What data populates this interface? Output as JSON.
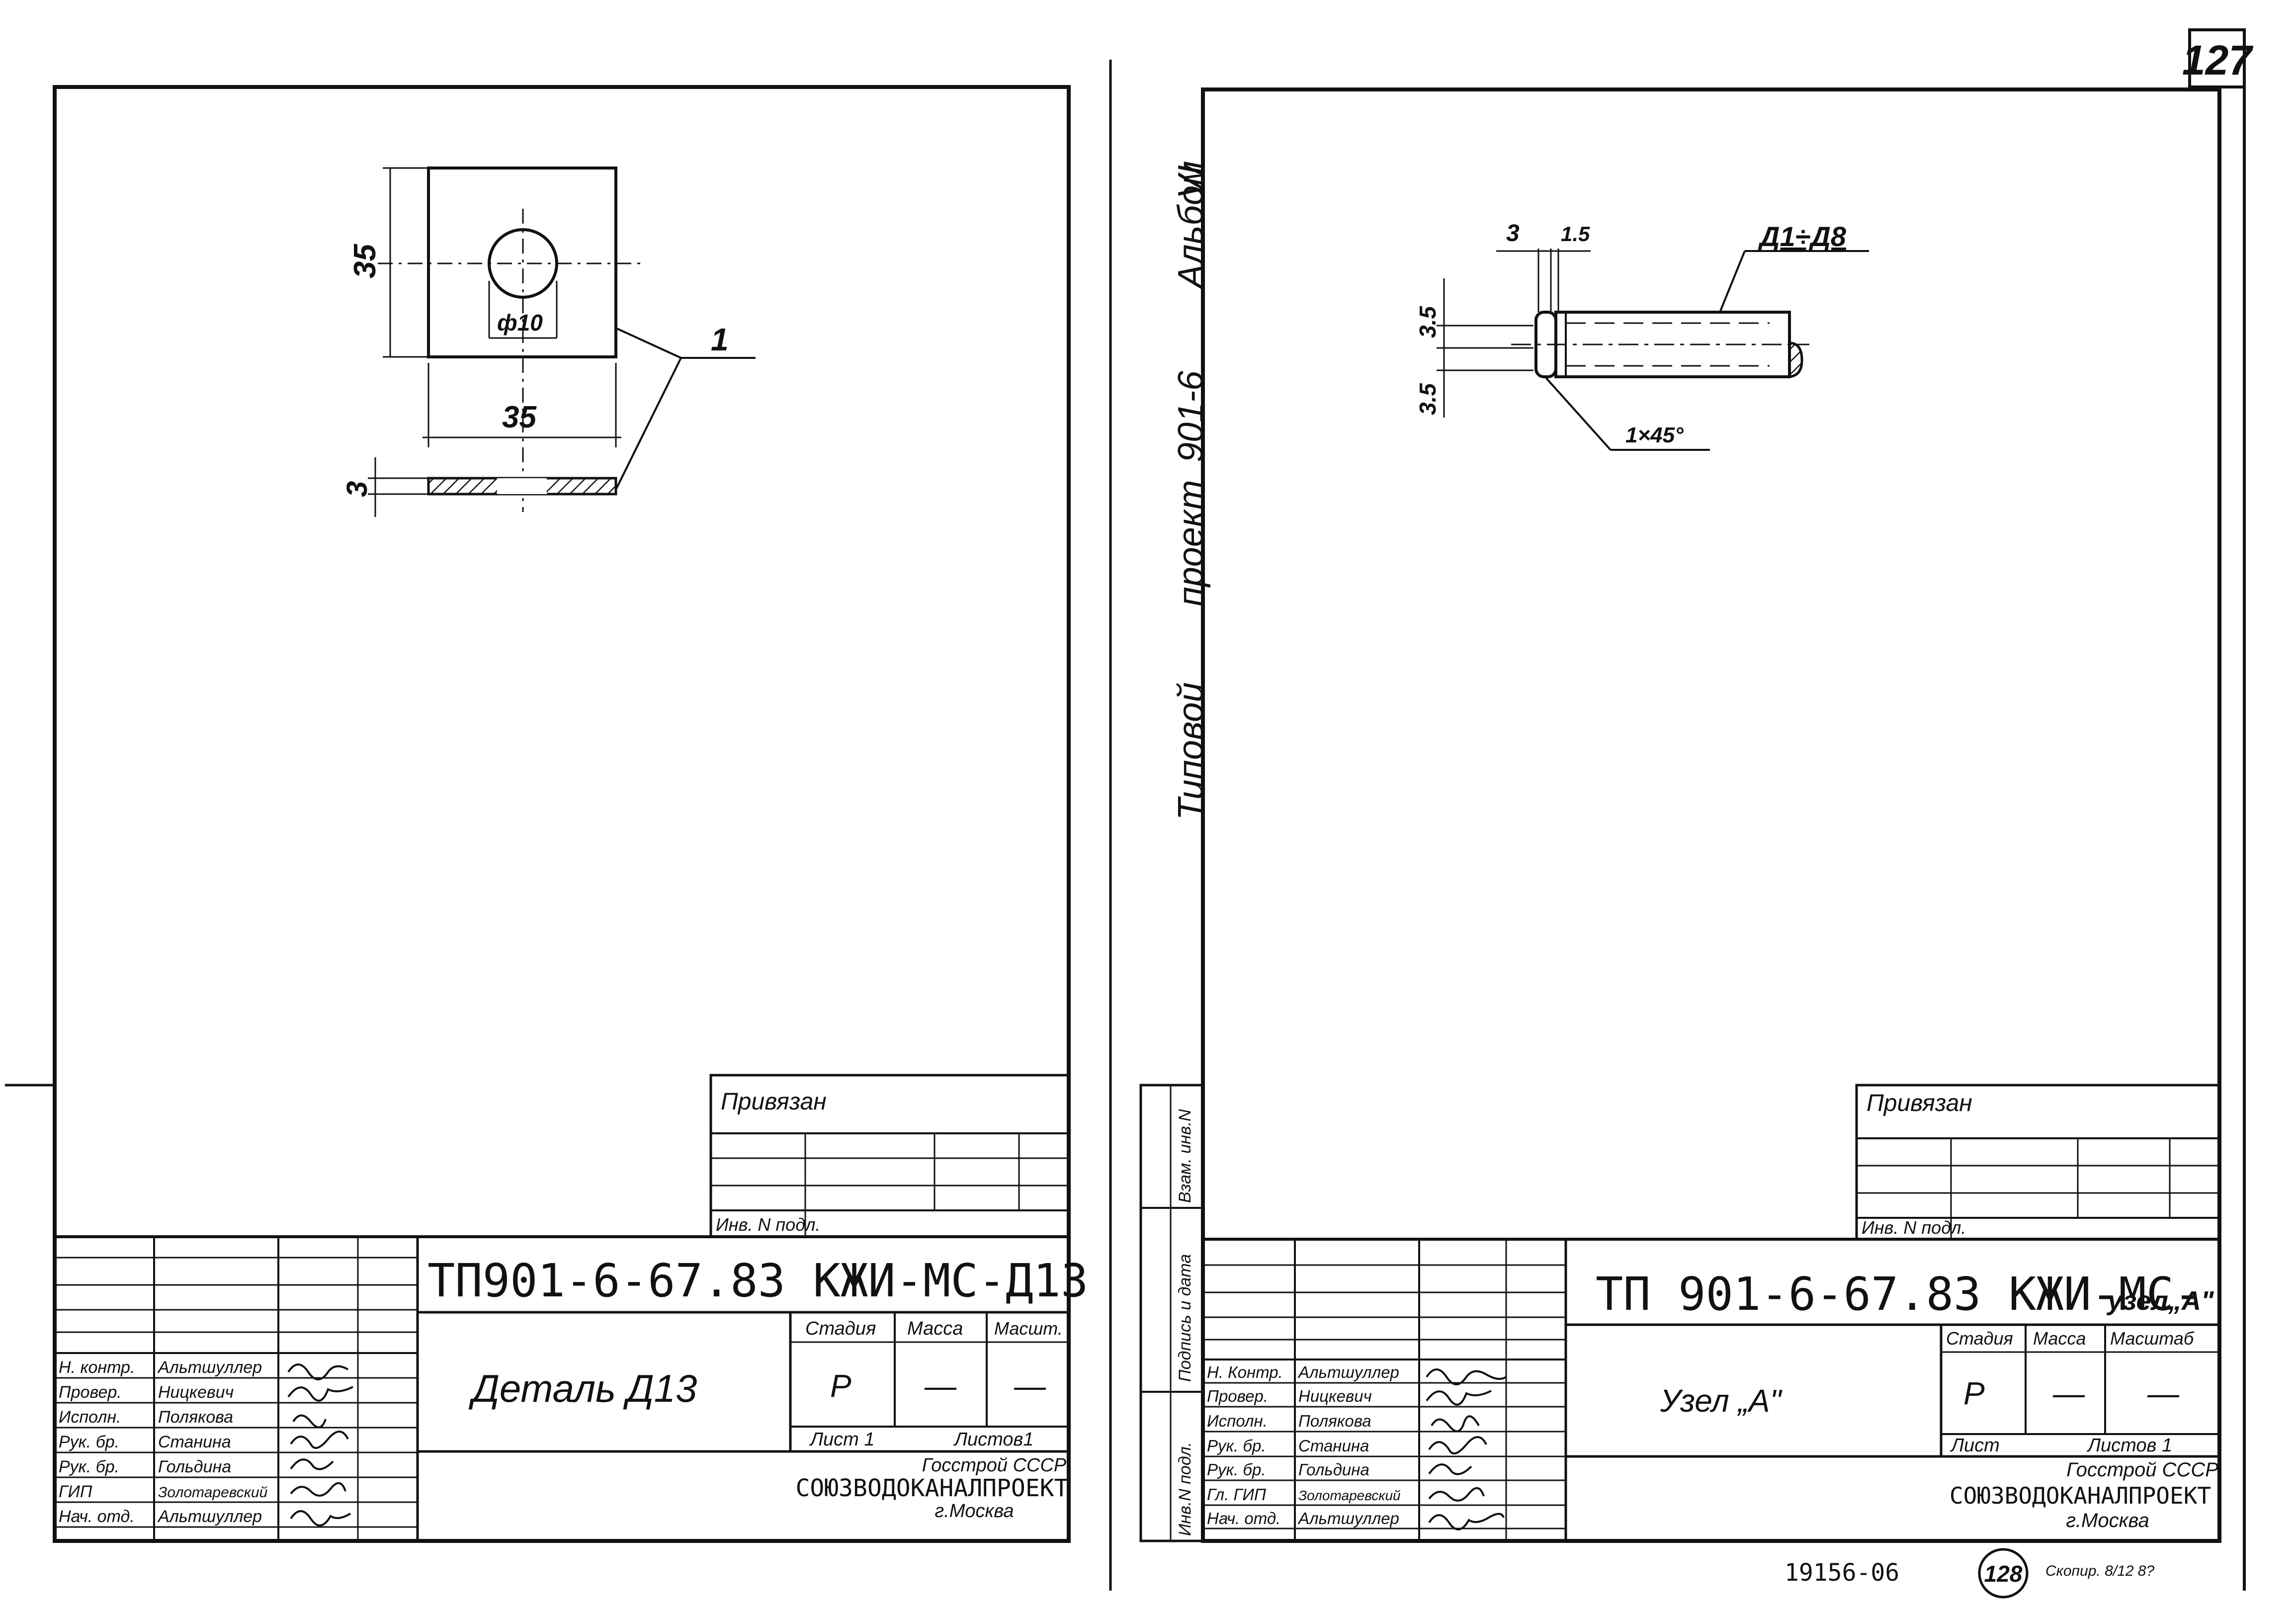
{
  "sheet_number": "127",
  "side_title": {
    "line1": "Типовой",
    "line2": "проект",
    "line3": "901-6",
    "line4": "Альбом",
    "line5": "VI"
  },
  "side_stamp_labels": [
    "Взам. инв.N",
    "Подпись и дата",
    "Инв.N подл."
  ],
  "left_sheet": {
    "detail": {
      "dim_height": "35",
      "dim_hole": "ф10",
      "dim_width": "35",
      "dim_thickness": "3",
      "callout": "1"
    },
    "privyazan": "Привязан",
    "inv_podl": "Инв. N подл.",
    "doc_code": "ТП901-6-67.83 КЖИ-МС-Д13",
    "item_name": "Деталь Д13",
    "stage_header": "Стадия",
    "mass_header": "Масса",
    "scale_header": "Масшт.",
    "stage_value": "Р",
    "mass_value": "—",
    "scale_value": "—",
    "sheet_label": "Лист 1",
    "sheets_label": "Листов1",
    "org_line1": "Госстрой СССР",
    "org_line2": "СОЮЗВОДОКАНАЛПРОЕКТ",
    "org_line3": "г.Москва",
    "signatures": [
      {
        "role": "Н. контр.",
        "name": "Альтшуллер"
      },
      {
        "role": "Провер.",
        "name": "Ницкевич"
      },
      {
        "role": "Исполн.",
        "name": "Полякова"
      },
      {
        "role": "Рук. бр.",
        "name": "Станина"
      },
      {
        "role": "Рук. бр.",
        "name": "Гольдина"
      },
      {
        "role": "ГИП",
        "name": "Золотаревский"
      },
      {
        "role": "Нач. отд.",
        "name": "Альтшуллер"
      }
    ]
  },
  "right_sheet": {
    "detail": {
      "dim_3": "3",
      "dim_15": "1.5",
      "label_range": "Д1÷Д8",
      "dim_35a": "3.5",
      "dim_35b": "3.5",
      "chamfer": "1×45°"
    },
    "privyazan": "Привязан",
    "inv_podl": "Инв. N подл.",
    "doc_code": "ТП 901-6-67.83 КЖИ-МС-",
    "doc_code_suffix": "узел„А\"",
    "item_name": "Узел „А\"",
    "stage_header": "Стадия",
    "mass_header": "Масса",
    "scale_header": "Масштаб",
    "stage_value": "Р",
    "mass_value": "—",
    "scale_value": "—",
    "sheet_label": "Лист",
    "sheets_label": "Листов 1",
    "org_line1": "Госстрой СССР",
    "org_line2": "СОЮЗВОДОКАНАЛПРОЕКТ",
    "org_line3": "г.Москва",
    "signatures": [
      {
        "role": "Н. Контр.",
        "name": "Альтшуллер"
      },
      {
        "role": "Провер.",
        "name": "Ницкевич"
      },
      {
        "role": "Исполн.",
        "name": "Полякова"
      },
      {
        "role": "Рук. бр.",
        "name": "Станина"
      },
      {
        "role": "Рук. бр.",
        "name": "Гольдина"
      },
      {
        "role": "Гл. ГИП",
        "name": "Золотаревский"
      },
      {
        "role": "Нач. отд.",
        "name": "Альтшуллер"
      }
    ]
  },
  "footer": {
    "archive_number": "19156-06",
    "page_number": "128",
    "copied_note": "Скопир. 8/12 8?"
  }
}
